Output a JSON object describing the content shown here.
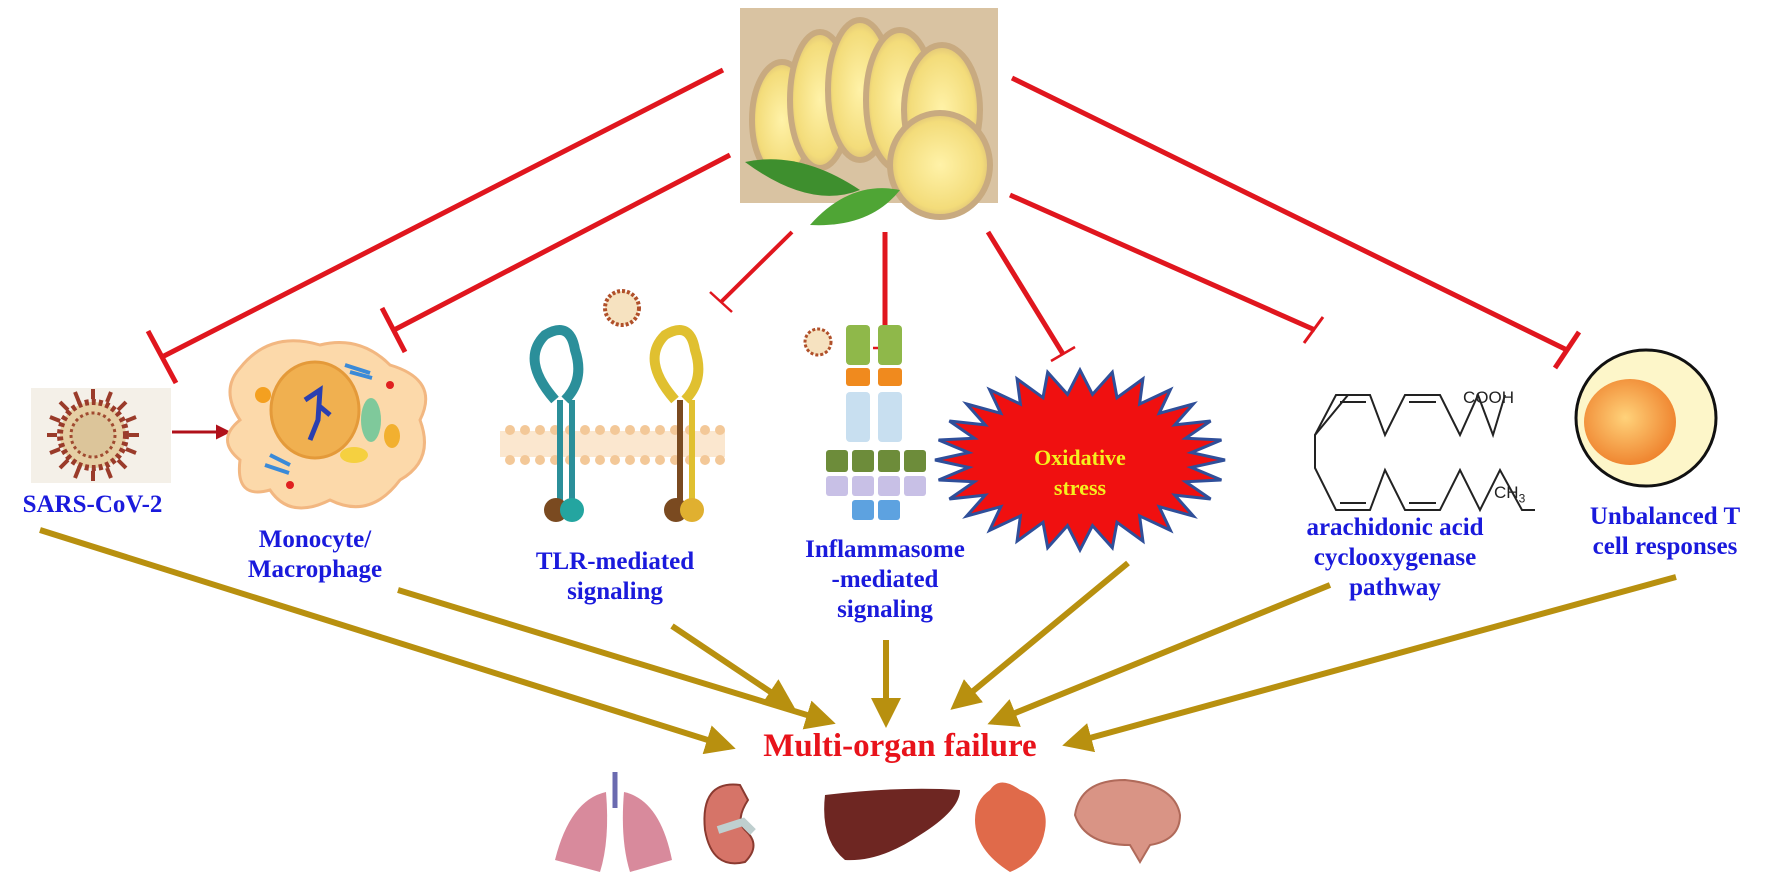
{
  "figure": {
    "source_label": "Ginger",
    "center": "Multi-organ failure",
    "nodes": [
      {
        "id": "sars",
        "lines": [
          "SARS-CoV-2"
        ],
        "icon": "virus-icon"
      },
      {
        "id": "mono",
        "lines": [
          "Monocyte/",
          "Macrophage"
        ],
        "icon": "macrophage-cell-icon"
      },
      {
        "id": "tlr",
        "lines": [
          "TLR-mediated",
          "signaling"
        ],
        "icon": "toll-like-receptor-icon"
      },
      {
        "id": "infl",
        "lines": [
          "Inflammasome",
          "-mediated",
          "signaling"
        ],
        "icon": "inflammasome-icon"
      },
      {
        "id": "ox",
        "lines": [
          "Oxidative",
          "stress"
        ],
        "icon": "starburst-icon"
      },
      {
        "id": "ara",
        "lines": [
          "arachidonic acid",
          "cyclooxygenase",
          "pathway"
        ],
        "icon": "arachidonic-acid-structure-icon"
      },
      {
        "id": "tcell",
        "lines": [
          "Unbalanced T",
          "cell responses"
        ],
        "icon": "t-cell-icon"
      }
    ],
    "chem_labels": {
      "acid": "COOH",
      "methyl": "CH",
      "methyl_sub": "3"
    },
    "organs": [
      "lungs",
      "kidney",
      "liver",
      "heart",
      "brain"
    ],
    "colors": {
      "inhibit": "#e0161e",
      "promote": "#b8900f",
      "label": "#1a1adc",
      "center": "#e8131b",
      "burst": "#f01010",
      "burst_edge": "#2f4f9a",
      "burst_text": "#f5f01e"
    }
  }
}
